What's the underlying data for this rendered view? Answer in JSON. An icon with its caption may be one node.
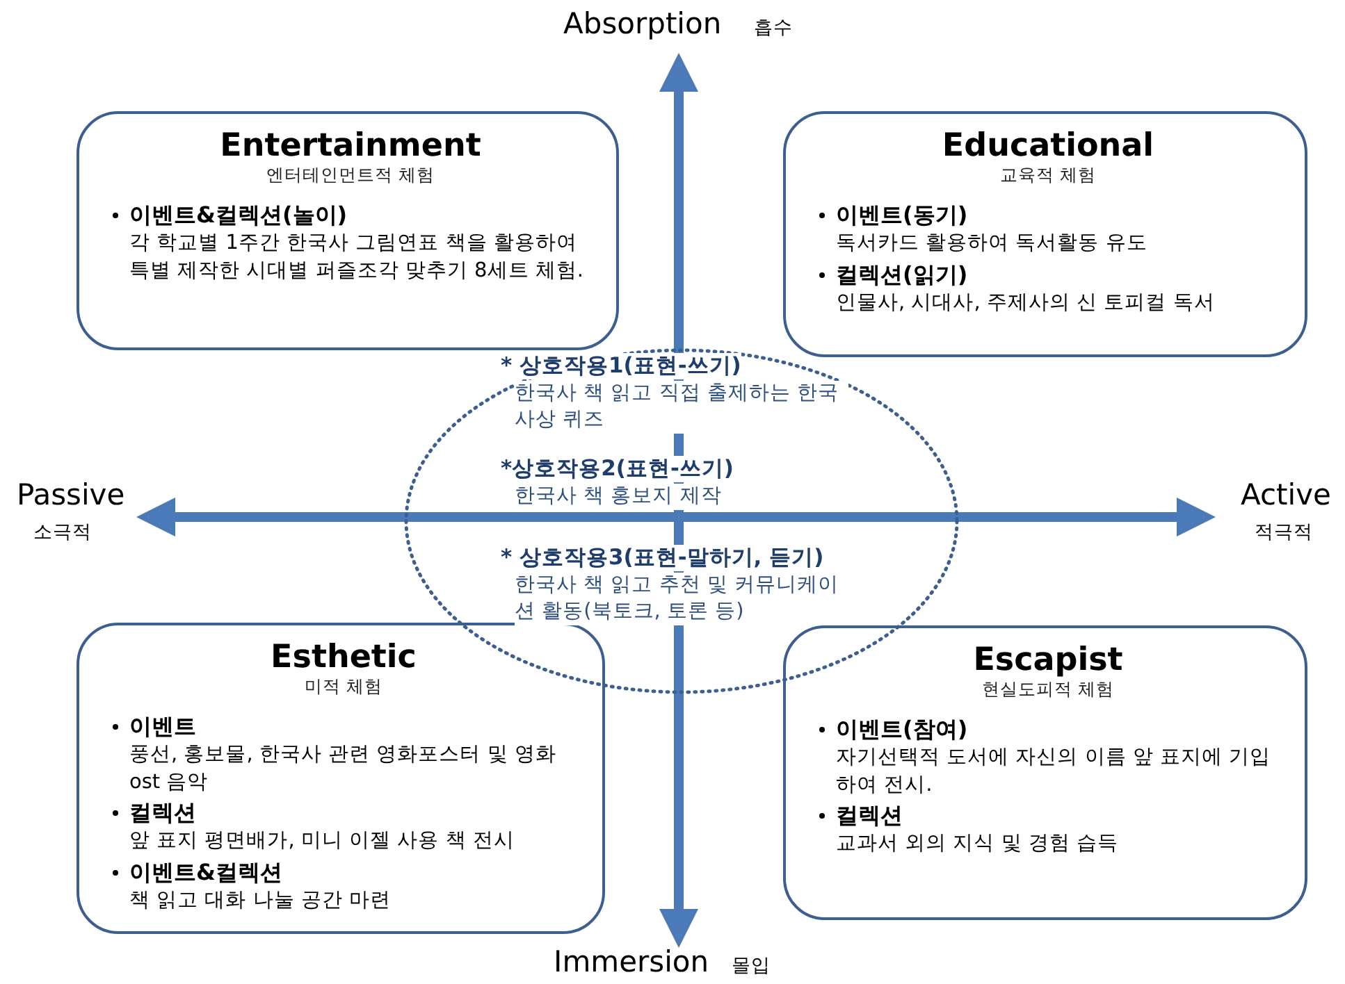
{
  "diagram": {
    "nodes": [
      {
        "text": [
          "Entertainment",
          "엔터테인먼트적 체험",
          "이벤트&컬렉션(놀이)",
          "각 학교별 1주간 한국사 그림연표 책을 활용하여 특별 제작한 시대별 퍼즐조각 맞추기 8세트 체험."
        ]
      },
      {
        "text": [
          "Educational",
          "교육적 체험",
          "이벤트(동기)",
          "독서카드 활용하여 독서활동 유도",
          "컬렉션(읽기)",
          "인물사, 시대사, 주제사의 신 토피컬 독서"
        ]
      },
      {
        "text": [
          "* 상호작용1(표현-쓰기)",
          "한국사 책 읽고 직접 출제하는 한국사상 퀴즈",
          "*상호작용2(표현-쓰기)",
          "한국사 책 홍보지 제작",
          "* 상호작용3(표현-말하기, 듣기)",
          "한국사 책 읽고 추천 및 커뮤니케이션 활동(북토크, 토론 등)"
        ]
      },
      {
        "text": [
          "Esthetic",
          "미적 체험",
          "이벤트",
          "풍선, 홍보물, 한국사 관련 영화포스터 및 영화 ost 음악",
          "컬렉션",
          "앞 표지 평면배가, 미니 이젤 사용 책 전시",
          "이벤트&컬렉션",
          "책 읽고 대화 나눌 공간 마련"
        ]
      },
      {
        "text": [
          "Escapist",
          "현실도피적 체험",
          "이벤트(참여)",
          "자기선택적 도서에 자신의 이름 앞 표지에 기입하여 전시.",
          "컬렉션",
          "교과서 외의 지식 및 경험 습득"
        ]
      }
    ],
    "labels": [
      "Absorption",
      "흡수",
      "Passive",
      "소극적",
      "Active",
      "적극적",
      "Immersion",
      "몰입"
    ]
  }
}
